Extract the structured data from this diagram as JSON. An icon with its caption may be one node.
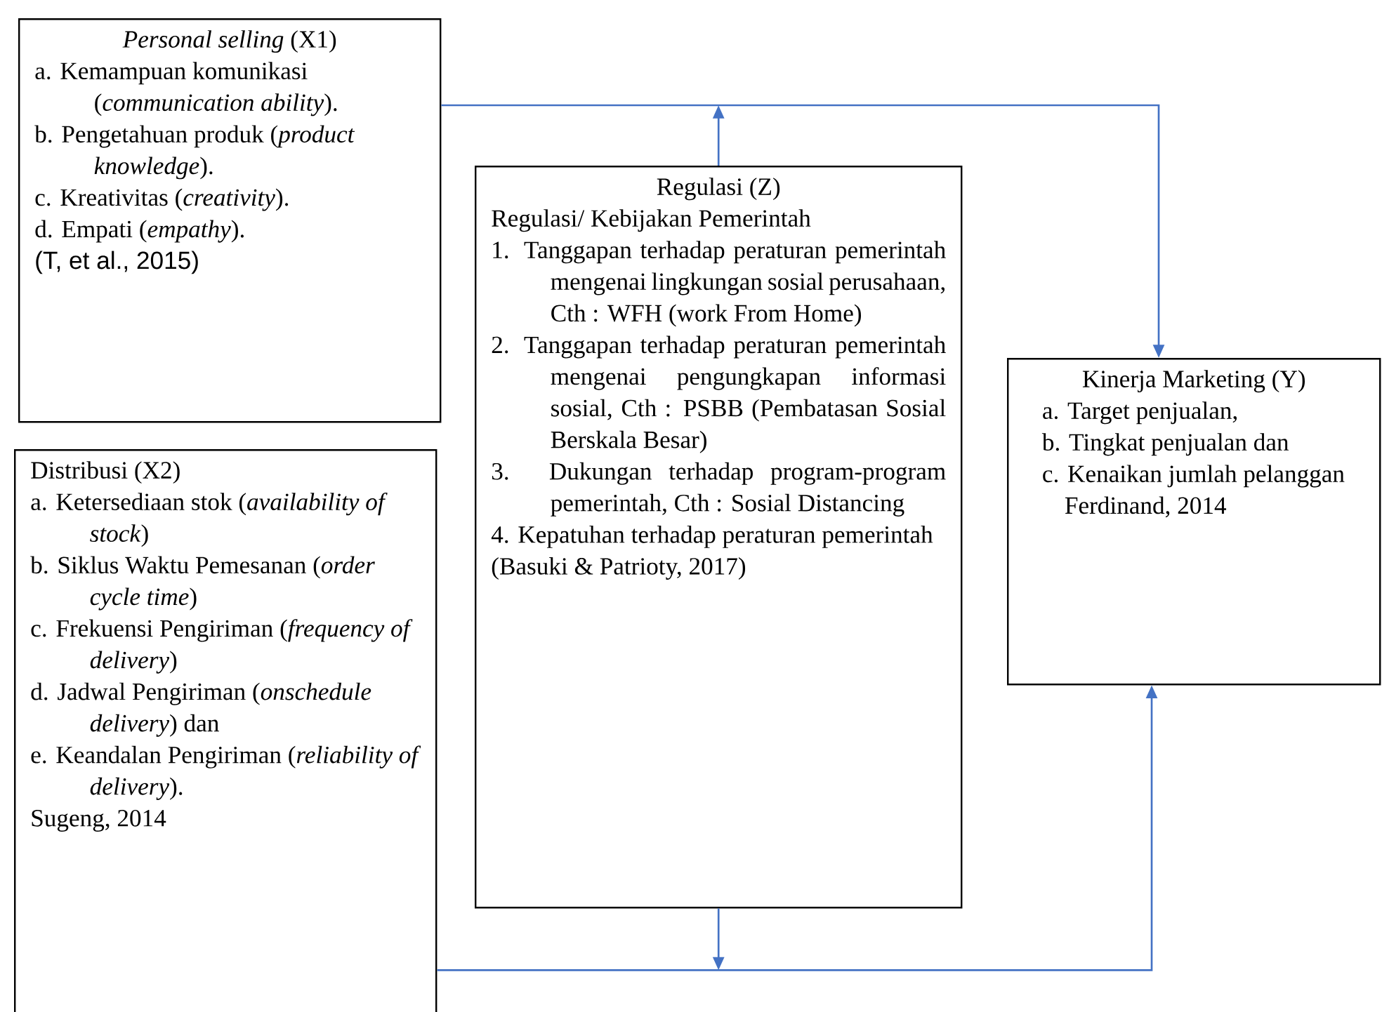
{
  "diagram": {
    "nodes": [
      {
        "text": [
          "*Personal selling* (X1)",
          "a. Kemampuan komunikasi (*communication ability*).",
          "b. Pengetahuan produk (*product knowledge*).",
          "c. Kreativitas (*creativity*).",
          "d. Empati (*empathy*).",
          "(T, et al., 2015)"
        ]
      },
      {
        "text": [
          "Regulasi (Z)",
          "Regulasi/ Kebijakan Pemerintah",
          "1. Tanggapan terhadap peraturan pemerintah mengenai lingkungan sosial perusahaan, Cth : WFH (work From Home)",
          "2. Tanggapan terhadap peraturan pemerintah mengenai pengungkapan informasi sosial, Cth : PSBB (Pembatasan Sosial Berskala Besar)",
          "3. Dukungan terhadap program-program pemerintah, Cth : Sosial Distancing",
          "4. Kepatuhan terhadap peraturan pemerintah",
          "(Basuki & Patrioty, 2017)"
        ]
      },
      {
        "text": [
          "Kinerja Marketing (Y)",
          "a. Target penjualan,",
          "b. Tingkat penjualan dan",
          "c. Kenaikan jumlah pelanggan",
          "Ferdinand, 2014"
        ]
      },
      {
        "text": [
          "Distribusi (X2)",
          "a. Ketersediaan stok (*availability of stock*)",
          "b. Siklus Waktu Pemesanan (*order cycle time*)",
          "c. Frekuensi Pengiriman (*frequency of delivery*)",
          "d. Jadwal Pengiriman (*onschedule delivery*) dan",
          "e. Keandalan Pengiriman (*reliability of delivery*).",
          "Sugeng, 2014"
        ]
      }
    ],
    "edges": [
      {
        "from": 0,
        "to": 2,
        "arrow": "to"
      },
      {
        "from": 1,
        "to": null,
        "arrow": "to"
      },
      {
        "from": 1,
        "to": null,
        "arrow": "to"
      },
      {
        "from": 3,
        "to": 2,
        "arrow": "to"
      }
    ]
  }
}
